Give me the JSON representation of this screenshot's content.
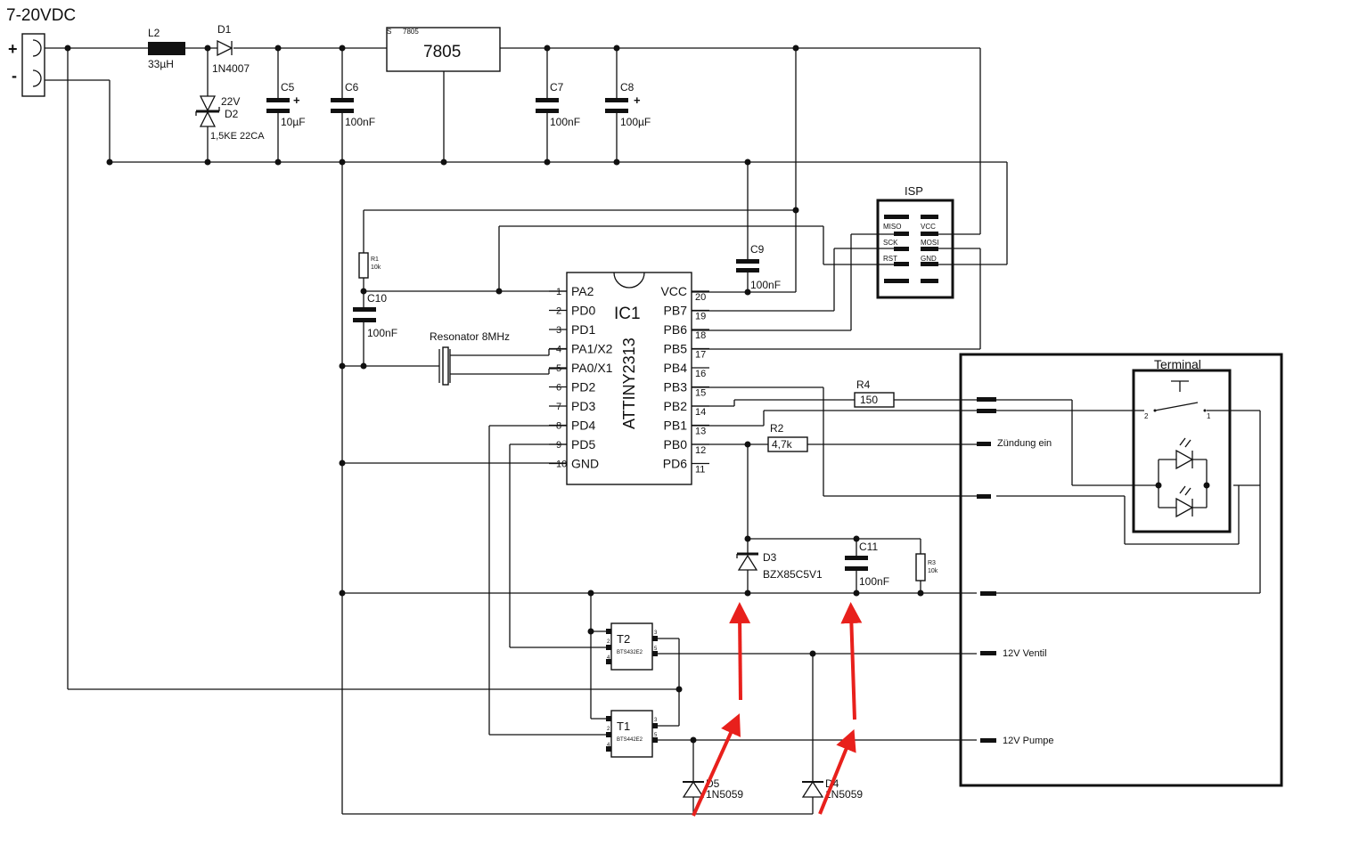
{
  "power": {
    "label": "7-20VDC",
    "plus": "+",
    "minus": "-"
  },
  "components": {
    "L2": {
      "ref": "L2",
      "value": "33µH"
    },
    "D1": {
      "ref": "D1",
      "value": "1N4007"
    },
    "D2": {
      "ref": "D2",
      "voltage": "22V",
      "value": "1,5KE 22CA"
    },
    "C5": {
      "ref": "C5",
      "value": "10µF",
      "polarity": "+"
    },
    "C6": {
      "ref": "C6",
      "value": "100nF"
    },
    "REG": {
      "ref": "S",
      "part": "7805",
      "label": "7805"
    },
    "C7": {
      "ref": "C7",
      "value": "100nF"
    },
    "C8": {
      "ref": "C8",
      "value": "100µF",
      "polarity": "+"
    },
    "C9": {
      "ref": "C9",
      "value": "100nF"
    },
    "C10": {
      "ref": "C10",
      "value": "100nF"
    },
    "R1": {
      "ref": "R1",
      "value": "10k"
    },
    "RES": {
      "label": "Resonator 8MHz"
    },
    "R4": {
      "ref": "R4",
      "value": "150"
    },
    "R2": {
      "ref": "R2",
      "value": "4,7k"
    },
    "D3": {
      "ref": "D3",
      "value": "BZX85C5V1"
    },
    "C11": {
      "ref": "C11",
      "value": "100nF"
    },
    "R3": {
      "ref": "R3",
      "value": "10k"
    },
    "T2": {
      "ref": "T2",
      "value": "BTS432E2"
    },
    "T1": {
      "ref": "T1",
      "value": "BTS442E2"
    },
    "D5": {
      "ref": "D5",
      "value": "1N5059"
    },
    "D4": {
      "ref": "D4",
      "value": "1N5059"
    }
  },
  "ic": {
    "ref": "IC1",
    "part": "ATTINY2313",
    "left_pins": [
      {
        "num": "1",
        "name": "PA2"
      },
      {
        "num": "2",
        "name": "PD0"
      },
      {
        "num": "3",
        "name": "PD1"
      },
      {
        "num": "4",
        "name": "PA1/X2"
      },
      {
        "num": "5",
        "name": "PA0/X1"
      },
      {
        "num": "6",
        "name": "PD2"
      },
      {
        "num": "7",
        "name": "PD3"
      },
      {
        "num": "8",
        "name": "PD4"
      },
      {
        "num": "9",
        "name": "PD5"
      },
      {
        "num": "10",
        "name": "GND"
      }
    ],
    "right_pins": [
      {
        "num": "20",
        "name": "VCC"
      },
      {
        "num": "19",
        "name": "PB7"
      },
      {
        "num": "18",
        "name": "PB6"
      },
      {
        "num": "17",
        "name": "PB5"
      },
      {
        "num": "16",
        "name": "PB4"
      },
      {
        "num": "15",
        "name": "PB3"
      },
      {
        "num": "14",
        "name": "PB2"
      },
      {
        "num": "13",
        "name": "PB1"
      },
      {
        "num": "12",
        "name": "PB0"
      },
      {
        "num": "11",
        "name": "PD6"
      }
    ]
  },
  "isp": {
    "title": "ISP",
    "pins": [
      "MISO",
      "VCC",
      "SCK",
      "MOSI",
      "RST",
      "GND"
    ]
  },
  "terminal": {
    "title": "Terminal",
    "switch_pin_2": "2",
    "switch_pin_1": "1",
    "signals": [
      "Zündung ein",
      "12V Ventil",
      "12V Pumpe"
    ]
  },
  "tpin": {
    "one": "1",
    "two": "2",
    "three": "3",
    "four": "4",
    "five": "5"
  },
  "annotation_color": "#e8201c"
}
